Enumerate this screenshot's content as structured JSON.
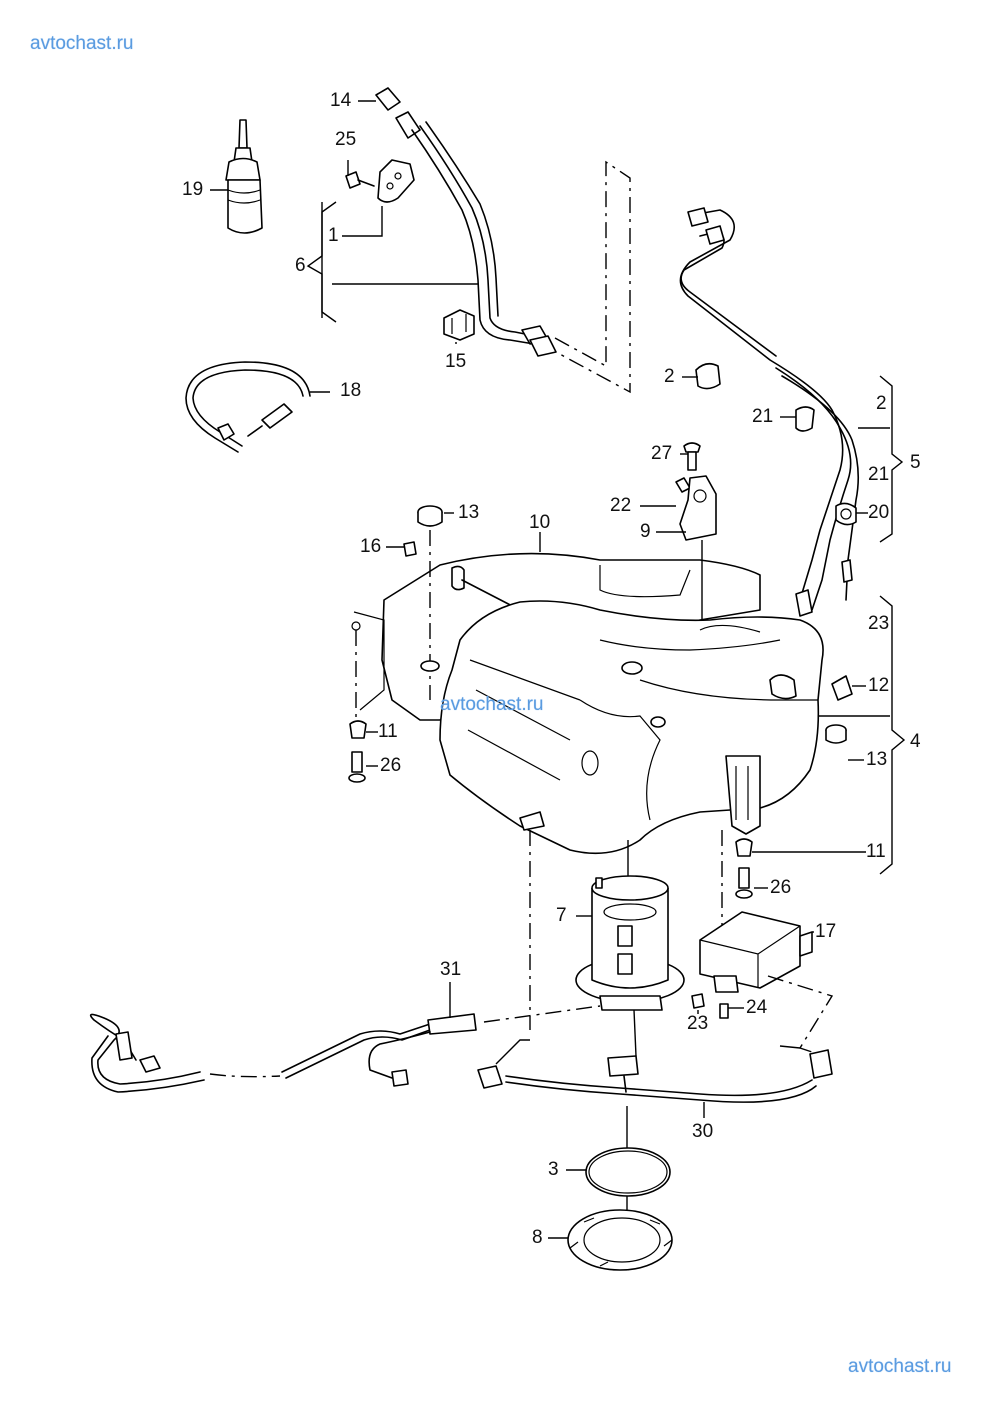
{
  "watermarks": {
    "top_left": "avtochast.ru",
    "center": "avtochast.ru",
    "bottom_right": "avtochast.ru"
  },
  "diagram": {
    "subject": "Fuel tank with fuel lines, pump flange and wiring harness (exploded parts view)",
    "callouts": [
      {
        "id": "c14",
        "label": "14"
      },
      {
        "id": "c25",
        "label": "25"
      },
      {
        "id": "c19",
        "label": "19"
      },
      {
        "id": "c1",
        "label": "1"
      },
      {
        "id": "c6",
        "label": "6"
      },
      {
        "id": "c15",
        "label": "15"
      },
      {
        "id": "c18",
        "label": "18"
      },
      {
        "id": "c2a",
        "label": "2"
      },
      {
        "id": "c21a",
        "label": "21"
      },
      {
        "id": "c2b",
        "label": "2"
      },
      {
        "id": "c21b",
        "label": "21"
      },
      {
        "id": "c5",
        "label": "5"
      },
      {
        "id": "c27",
        "label": "27"
      },
      {
        "id": "c22",
        "label": "22"
      },
      {
        "id": "c9",
        "label": "9"
      },
      {
        "id": "c20",
        "label": "20"
      },
      {
        "id": "c13a",
        "label": "13"
      },
      {
        "id": "c10",
        "label": "10"
      },
      {
        "id": "c16",
        "label": "16"
      },
      {
        "id": "c23a",
        "label": "23"
      },
      {
        "id": "c12",
        "label": "12"
      },
      {
        "id": "c4",
        "label": "4"
      },
      {
        "id": "c11a",
        "label": "11"
      },
      {
        "id": "c26a",
        "label": "26"
      },
      {
        "id": "c13b",
        "label": "13"
      },
      {
        "id": "c11b",
        "label": "11"
      },
      {
        "id": "c26b",
        "label": "26"
      },
      {
        "id": "c7",
        "label": "7"
      },
      {
        "id": "c17",
        "label": "17"
      },
      {
        "id": "c31",
        "label": "31"
      },
      {
        "id": "c23b",
        "label": "23"
      },
      {
        "id": "c24",
        "label": "24"
      },
      {
        "id": "c30",
        "label": "30"
      },
      {
        "id": "c3",
        "label": "3"
      },
      {
        "id": "c8",
        "label": "8"
      }
    ],
    "groups": [
      {
        "label": "6",
        "members": [
          "1"
        ]
      },
      {
        "label": "5",
        "members": [
          "2",
          "21"
        ]
      },
      {
        "label": "4",
        "members": [
          "23",
          "12",
          "13",
          "11"
        ]
      }
    ]
  }
}
